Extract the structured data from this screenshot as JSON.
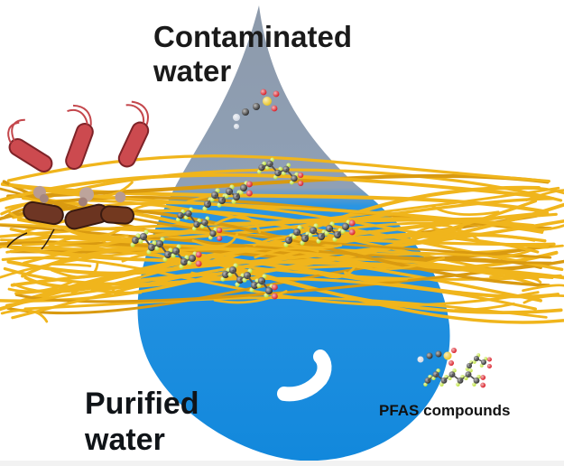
{
  "labels": {
    "contaminated_line1": "Contaminated",
    "contaminated_line2": "water",
    "purified_line1": "Purified",
    "purified_line2": "water",
    "legend": "PFAS compounds"
  },
  "colors": {
    "drop_top": "#9aa6b4",
    "drop_bottom": "#1d8fe0",
    "fiber": "#f0b51c",
    "bacteria_live": "#c9494c",
    "bacteria_dead": "#6b3420",
    "molecule_carbon": "#262626",
    "molecule_fluorine": "#b8e02a",
    "molecule_oxygen": "#d8141e",
    "molecule_sulfur": "#e8c21a",
    "molecule_hydrogen": "#cfd6e2"
  },
  "icons": [
    "water-drop-icon",
    "nanofiber-mesh-icon",
    "bacteria-icon",
    "dead-bacteria-icon",
    "pfas-molecule-icon"
  ]
}
